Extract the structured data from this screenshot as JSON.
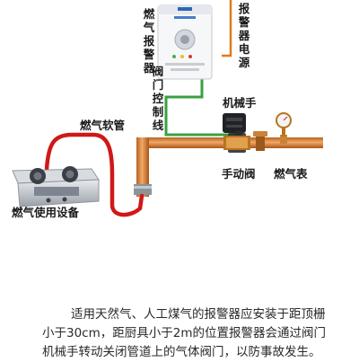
{
  "labels": {
    "alarm": "燃气报警器",
    "power": "报警器电源",
    "valve_wire": "阀门控制线",
    "manipulator": "机械手",
    "hose": "燃气软管",
    "stove": "燃气使用设备",
    "manual_valve": "手动阀",
    "meter": "燃气表"
  },
  "caption": {
    "line1": "适用天然气、人工煤气的报警器应安装于距顶栅",
    "line2": "小于30cm，距厨具小于2m的位置报警器会通过阀门",
    "line3": "机械手转动关闭管道上的气体阀门，以防事故发生。"
  },
  "colors": {
    "pipe": "#d9843a",
    "hose": "#d01818",
    "control_wire": "#3aa040",
    "power_wire": "#e07a1e"
  },
  "icons": [
    "gas-alarm-device",
    "gas-stove",
    "manipulator-actuator",
    "pressure-gauge"
  ]
}
